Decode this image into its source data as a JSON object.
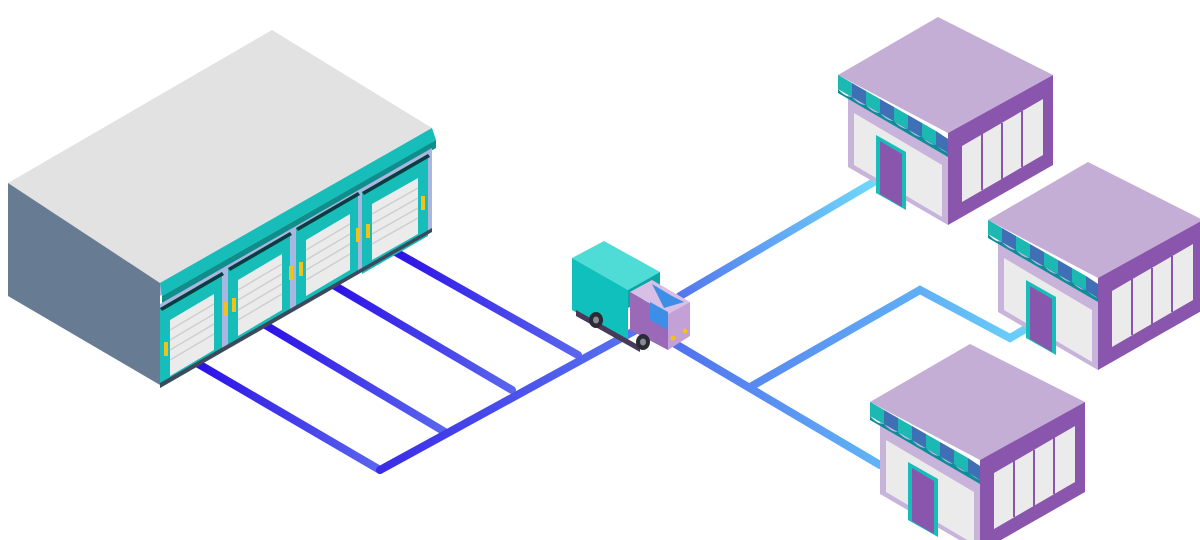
{
  "scene": {
    "warehouse": {
      "loading_docks": 4
    },
    "truck": {},
    "stores": [
      {
        "id": "store-top"
      },
      {
        "id": "store-middle"
      },
      {
        "id": "store-bottom"
      }
    ]
  },
  "colors": {
    "background": "#ffffff",
    "route_start": "#2b10e6",
    "route_mid": "#4f6fee",
    "route_end": "#6fe3fb",
    "warehouse_roof": "#e2e2e2",
    "warehouse_front": "#a9b6e0",
    "warehouse_side": "#677b93",
    "teal": "#17bdb9",
    "dock_door": "#ebebeb",
    "store_roof": "#c4aed6",
    "store_wall_dark": "#8a55ad",
    "store_wall_light": "#c8b3db",
    "awning_teal": "#1bb9b1",
    "awning_blue": "#3f6fb4",
    "truck_cargo": "#0fc0bd",
    "truck_cab": "#c3a0d6"
  },
  "icons": [
    "warehouse-icon",
    "delivery-truck-icon",
    "store-icon"
  ]
}
